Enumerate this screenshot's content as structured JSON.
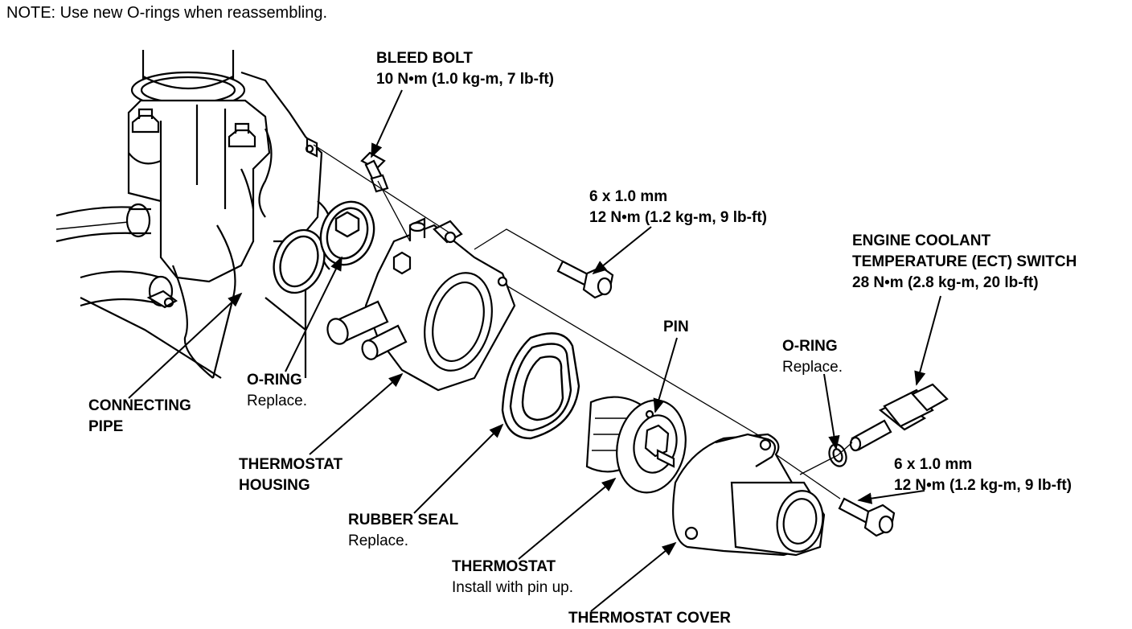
{
  "note": "NOTE:  Use new O-rings when reassembling.",
  "labels": {
    "bleed_bolt": {
      "title": "BLEED BOLT",
      "spec": "10 N•m (1.0 kg-m, 7 lb-ft)"
    },
    "bolt_upper": {
      "size": "6 x 1.0 mm",
      "spec": "12 N•m (1.2 kg-m, 9 lb-ft)"
    },
    "ect_switch": {
      "line1": "ENGINE COOLANT",
      "line2": "TEMPERATURE (ECT) SWITCH",
      "spec": "28 N•m (2.8 kg-m, 20 lb-ft)"
    },
    "pin": {
      "title": "PIN"
    },
    "oring_right": {
      "title": "O-RING",
      "note": "Replace."
    },
    "oring_left": {
      "title": "O-RING",
      "note": "Replace."
    },
    "connecting_pipe": {
      "line1": "CONNECTING",
      "line2": "PIPE"
    },
    "thermostat_housing": {
      "line1": "THERMOSTAT",
      "line2": "HOUSING"
    },
    "bolt_lower": {
      "size": "6 x 1.0 mm",
      "spec": "12 N•m (1.2 kg-m, 9 lb-ft)"
    },
    "rubber_seal": {
      "title": "RUBBER SEAL",
      "note": "Replace."
    },
    "thermostat": {
      "title": "THERMOSTAT",
      "note": "Install with pin up."
    },
    "thermostat_cover": {
      "title": "THERMOSTAT COVER"
    }
  }
}
